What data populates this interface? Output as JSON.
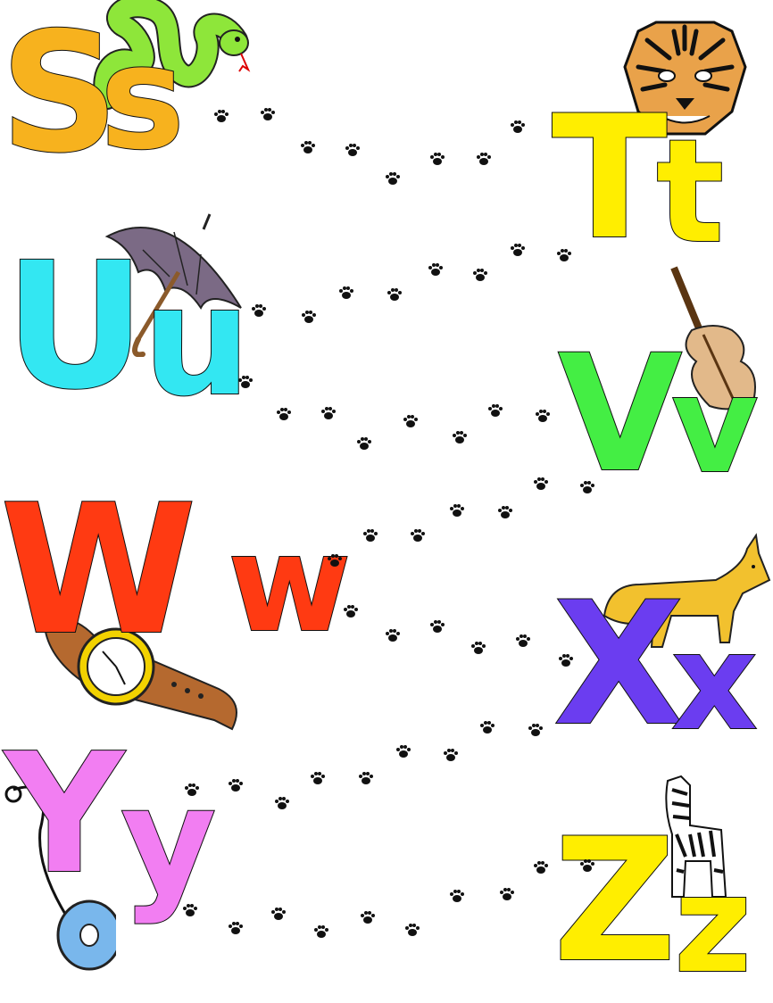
{
  "pairs": [
    {
      "upper": "S",
      "lower": "s",
      "color": "#f7b21e",
      "picture": "snake"
    },
    {
      "upper": "T",
      "lower": "t",
      "color": "#ffee00",
      "picture": "tiger"
    },
    {
      "upper": "U",
      "lower": "u",
      "color": "#33e7f2",
      "picture": "umbrella"
    },
    {
      "upper": "V",
      "lower": "v",
      "color": "#44ee44",
      "picture": "violin"
    },
    {
      "upper": "W",
      "lower": "w",
      "color": "#ff3a12",
      "picture": "watch"
    },
    {
      "upper": "X",
      "lower": "x",
      "color": "#6b3df0",
      "picture": "fox"
    },
    {
      "upper": "Y",
      "lower": "y",
      "color": "#f27ef2",
      "picture": "yoyo"
    },
    {
      "upper": "Z",
      "lower": "z",
      "color": "#ffee00",
      "picture": "zebra"
    }
  ],
  "icons": [
    "snake-icon",
    "tiger-icon",
    "umbrella-icon",
    "violin-icon",
    "watch-icon",
    "fox-icon",
    "yoyo-icon",
    "zebra-icon",
    "paw-print-icon"
  ]
}
